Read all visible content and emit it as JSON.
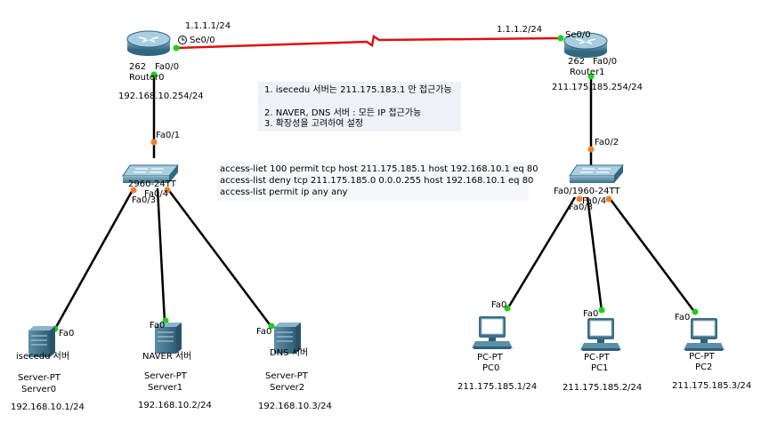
{
  "colors": {
    "serial_link": "#e01010",
    "ethernet_link": "#000000",
    "port_up": "#19d219",
    "port_pending": "#f08030",
    "device_body": "#5c8fa8"
  },
  "notes": [
    "1. isecedu 서버는 211.175.183.1 만 접근가능",
    "2. NAVER, DNS 서버 : 모든 IP 접근가능",
    "3. 확장성을 고려하여 설정"
  ],
  "acl_lines": [
    "access-liet 100 permit tcp host 211.175.185.1 host 192.168.10.1 eq 80",
    "access-list deny tcp 211.175.185.0 0.0.0.255 host 192.168.10.1 eq 80",
    "access-list permit ip any any"
  ],
  "wan": {
    "left_ip": "1.1.1.1/24",
    "right_ip": "1.1.1.2/24",
    "left_port": "Se0/0",
    "right_port": "Se0/0"
  },
  "router0": {
    "model": "262",
    "name": "Router0",
    "lan_port": "Fa0/0",
    "lan_ip": "192.168.10.254/24",
    "clock_icon": "clock-icon"
  },
  "router1": {
    "model": "262",
    "name": "Router1",
    "lan_port": "Fa0/0",
    "lan_ip": "211.175.185.254/24"
  },
  "switch0": {
    "name": "2960-24TT",
    "uplink_port": "Fa0/1",
    "port_a": "Fa0/4",
    "port_b": "Fa0/3"
  },
  "switch1": {
    "name": "Fa0/1960-24TT",
    "uplink_port": "Fa0/2",
    "port_a": "Fa0/4",
    "port_b": "Fa0/3"
  },
  "servers": [
    {
      "label": "isecedu 서버",
      "type": "Server-PT",
      "name": "Server0",
      "port": "Fa0",
      "ip": "192.168.10.1/24"
    },
    {
      "label": "NAVER 서버",
      "type": "Server-PT",
      "name": "Server1",
      "port": "Fa0",
      "ip": "192.168.10.2/24"
    },
    {
      "label": "DNS 서버",
      "type": "Server-PT",
      "name": "Server2",
      "port": "Fa0",
      "ip": "192.168.10.3/24"
    }
  ],
  "pcs": [
    {
      "type": "PC-PT",
      "name": "PC0",
      "port": "Fa0",
      "ip": "211.175.185.1/24"
    },
    {
      "type": "PC-PT",
      "name": "PC1",
      "port": "Fa0",
      "ip": "211.175.185.2/24"
    },
    {
      "type": "PC-PT",
      "name": "PC2",
      "port": "Fa0",
      "ip": "211.175.185.3/24"
    }
  ]
}
